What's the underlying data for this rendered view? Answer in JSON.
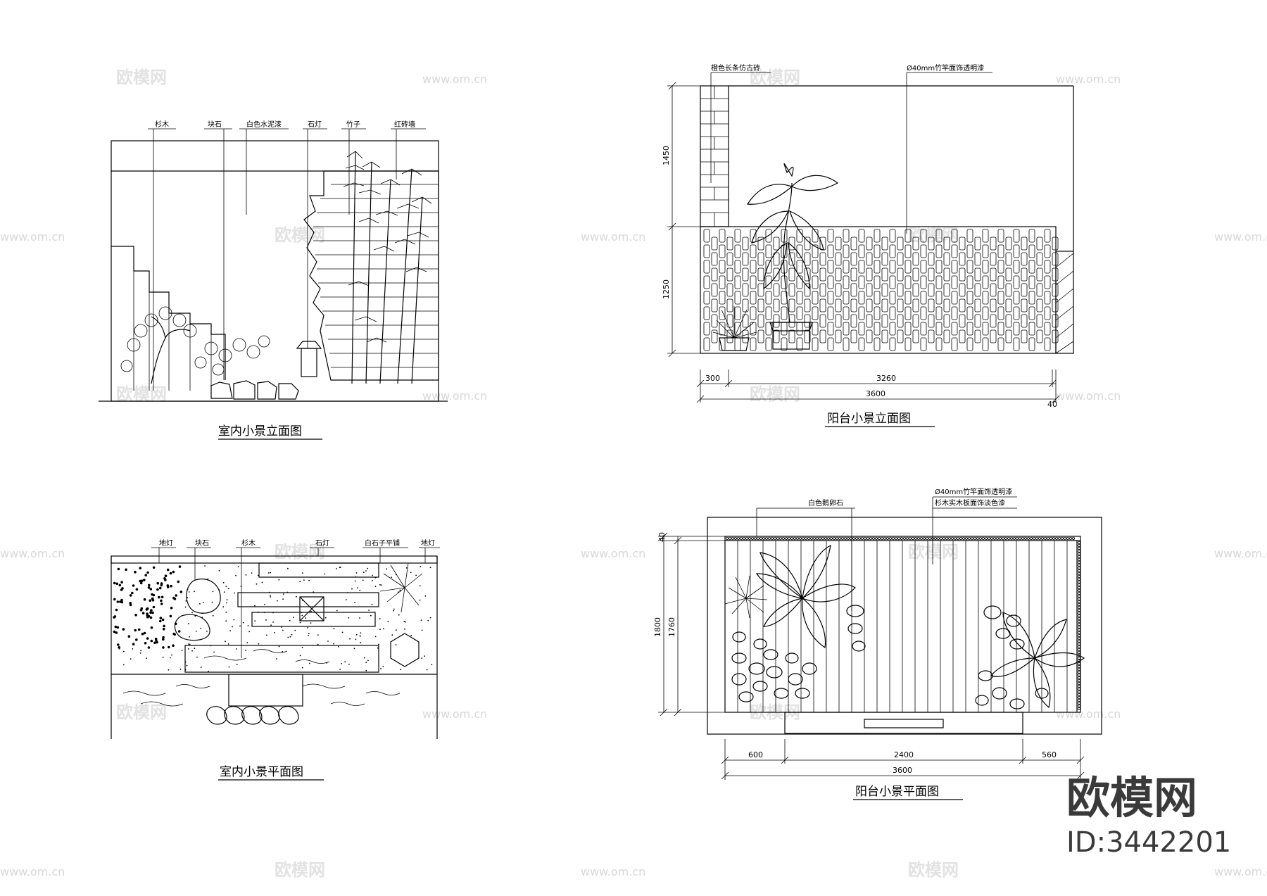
{
  "watermarks": {
    "site": "www.om.cn",
    "brand_cn": "欧模网"
  },
  "brand": {
    "name": "欧模网",
    "id_text": "ID:3442201"
  },
  "drawings": {
    "indoor_elevation": {
      "title": "室内小景立面图",
      "labels": [
        "杉木",
        "块石",
        "白色水泥漆",
        "石灯",
        "竹子",
        "红砖墙"
      ]
    },
    "balcony_elevation": {
      "title": "阳台小景立面图",
      "labels": [
        "橙色长条仿古砖",
        "Ø40mm竹竿面饰透明漆"
      ],
      "dims": {
        "h_upper": "1450",
        "h_lower": "1250",
        "w_left": "300",
        "w_mid": "3260",
        "w_total": "3600",
        "w_edge": "40"
      }
    },
    "indoor_plan": {
      "title": "室内小景平面图",
      "labels": [
        "地灯",
        "块石",
        "杉木",
        "石灯",
        "白石子平铺",
        "地灯"
      ]
    },
    "balcony_plan": {
      "title": "阳台小景平面图",
      "labels": [
        "白色鹅卵石",
        "Ø40mm竹竿面饰透明漆",
        "杉木实木板面饰淡色漆"
      ],
      "dims": {
        "top": "40",
        "h_total": "1800",
        "h_inner": "1760",
        "w_left": "600",
        "w_mid": "2400",
        "w_right": "560",
        "w_total": "3600"
      }
    }
  }
}
